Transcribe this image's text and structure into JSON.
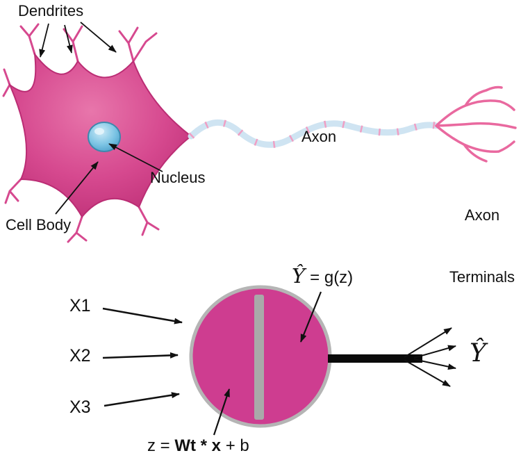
{
  "biological_neuron": {
    "dendrites_label": "Dendrites",
    "nucleus_label": "Nucleus",
    "cell_body_label": "Cell Body",
    "axon_label": "Axon",
    "axon_terminals_line1": "Axon",
    "axon_terminals_line2": "Terminals"
  },
  "perceptron": {
    "inputs": [
      {
        "label": "X1"
      },
      {
        "label": "X2"
      },
      {
        "label": "X3"
      }
    ],
    "activation": {
      "yhat": "Ŷ",
      "equation": "= g(z)"
    },
    "weighted_sum": {
      "prefix": "z = ",
      "bold": "Wt * x",
      "suffix": " + b"
    },
    "output": {
      "yhat": "Ŷ"
    }
  },
  "colors": {
    "neuron_pink": "#d6498f",
    "neuron_dark": "#bb2d74",
    "nucleus_blue": "#66b9de",
    "axon_blue": "#cfe4f2",
    "axon_segment_pink": "#ef9fc4",
    "perceptron_fill": "#ce3d90",
    "perceptron_stroke": "#b5b5b5",
    "divider_gray": "#a9a9a9",
    "arrow_black": "#111111"
  }
}
